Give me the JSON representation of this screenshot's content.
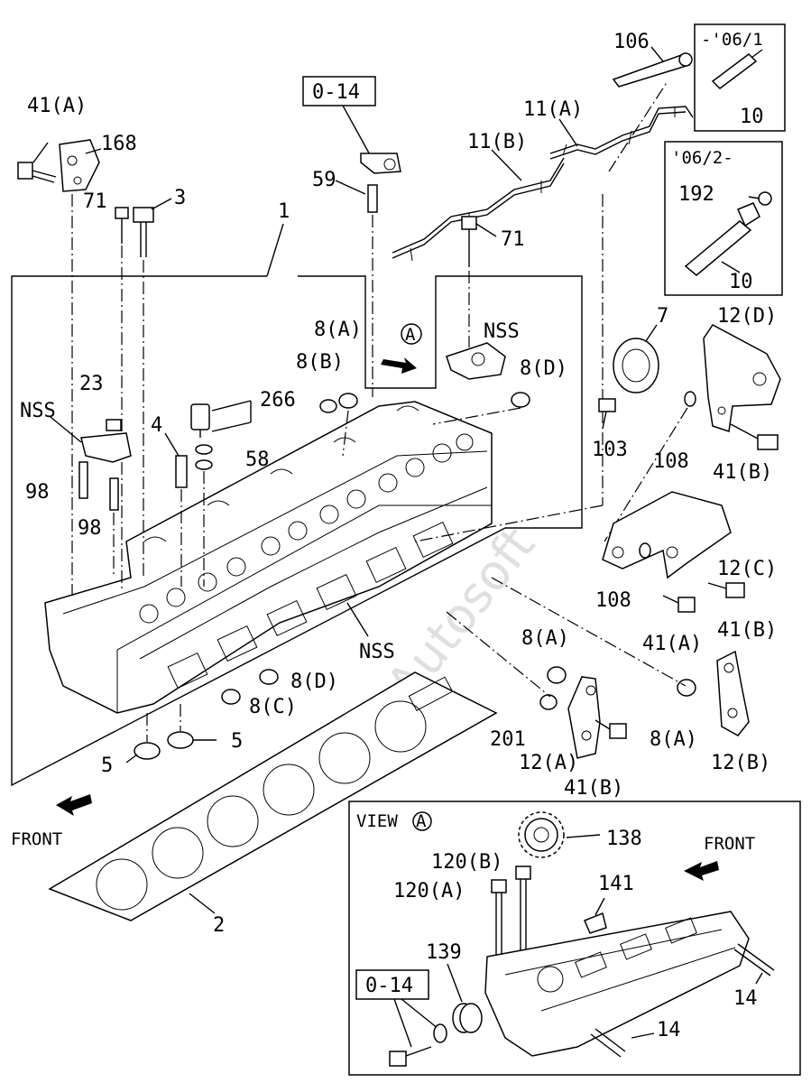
{
  "watermark": "Autosoft",
  "front_labels": [
    "FRONT",
    "FRONT"
  ],
  "view_title": "VIEW",
  "view_marker": "A",
  "ref_tags": [
    "0-14",
    "0-14"
  ],
  "date_tags": [
    "-'06/1",
    "'06/2-"
  ],
  "labels": {
    "p106": "106",
    "p10a": "10",
    "p10b": "10",
    "p192": "192",
    "p11a": "11(A)",
    "p11b": "11(B)",
    "p41a_top": "41(A)",
    "p168": "168",
    "p71_left": "71",
    "p3": "3",
    "p59": "59",
    "p71_right": "71",
    "p1": "1",
    "p7": "7",
    "p12d": "12(D)",
    "p8a_top": "8(A)",
    "p8b": "8(B)",
    "nss_center": "NSS",
    "p8d_top": "8(D)",
    "p23": "23",
    "nss_left": "NSS",
    "p266": "266",
    "p103": "103",
    "p108_top": "108",
    "p41b_1": "41(B)",
    "p4": "4",
    "p58": "58",
    "p98a": "98",
    "p98b": "98",
    "p12c": "12(C)",
    "p108_mid": "108",
    "p41b_2": "41(B)",
    "p41a_mid": "41(A)",
    "nss_bottom": "NSS",
    "p8a_mid": "8(A)",
    "p8d_bottom": "8(D)",
    "p8c": "8(C)",
    "p5a": "5",
    "p5b": "5",
    "p201": "201",
    "p12a": "12(A)",
    "p41b_3": "41(B)",
    "p8a_right": "8(A)",
    "p12b": "12(B)",
    "p2": "2",
    "p138": "138",
    "p120b": "120(B)",
    "p120a": "120(A)",
    "p141": "141",
    "p139": "139",
    "p14a": "14",
    "p14b": "14"
  }
}
